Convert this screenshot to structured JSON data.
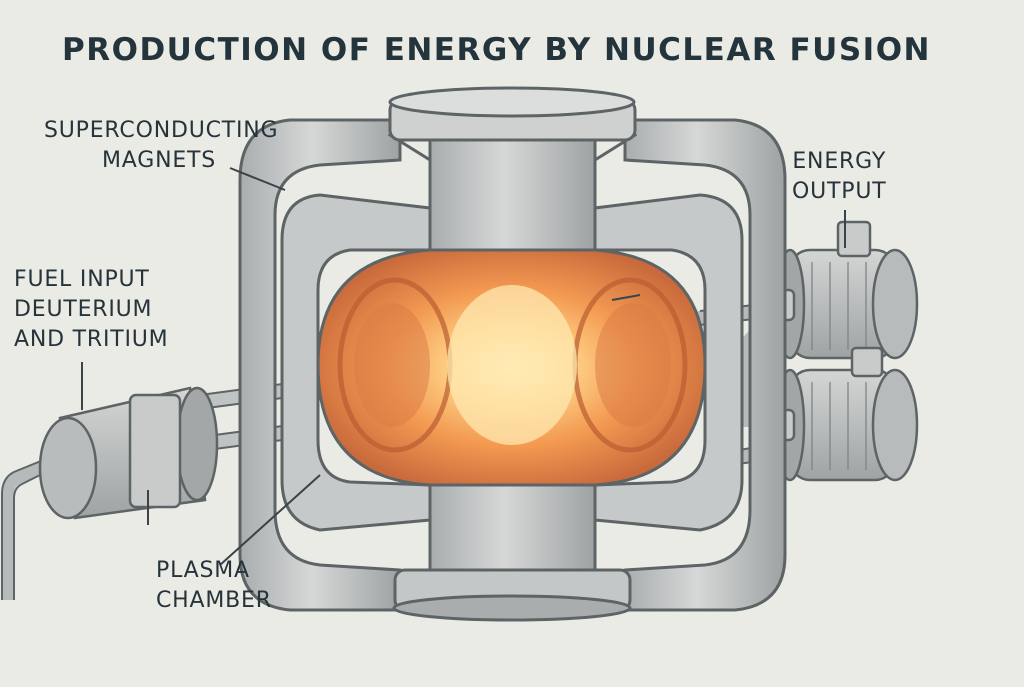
{
  "title": "PRODUCTION OF ENERGY BY NUCLEAR FUSION",
  "labels": {
    "magnets": [
      "SUPERCONDUCTING",
      "MAGNETS"
    ],
    "energy": [
      "ENERGY",
      "OUTPUT"
    ],
    "fuel": [
      "FUEL INPUT",
      "DEUTERIUM",
      "AND TRITIUM"
    ],
    "plasma": [
      "PLASMA",
      "CHAMBER"
    ]
  },
  "colors": {
    "background": "#ebebe6",
    "metal": "#c2c5c5",
    "metal_dark": "#8f9495",
    "outline": "#5d6466",
    "plasma_core": "#ffe6a0",
    "plasma_mid": "#f39a52",
    "plasma_edge": "#c96a3c"
  }
}
